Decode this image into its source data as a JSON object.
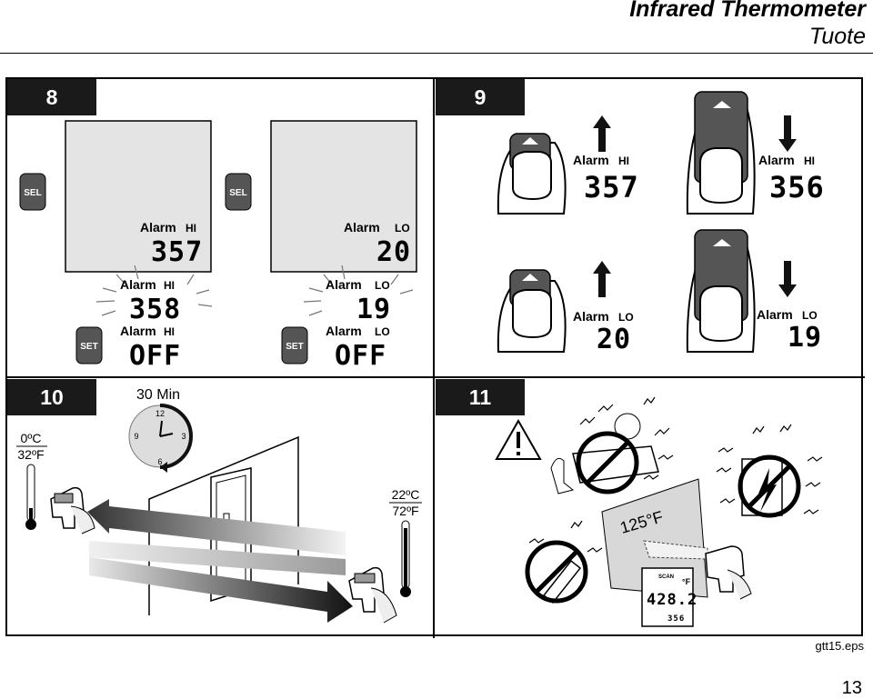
{
  "header": {
    "title": "Infrared Thermometer",
    "subtitle": "Tuote"
  },
  "panels": {
    "p8": {
      "tag": "8",
      "left": {
        "sel": "SEL",
        "set": "SET",
        "alarm": "Alarm",
        "hi": "HI",
        "v1": "357",
        "v2": "358",
        "v3": "OFF"
      },
      "right": {
        "sel": "SEL",
        "set": "SET",
        "alarm": "Alarm",
        "lo": "LO",
        "v1": "20",
        "v2": "19",
        "v3": "OFF"
      }
    },
    "p9": {
      "tag": "9",
      "alarm": "Alarm",
      "hi": "HI",
      "lo": "LO",
      "hi_up": "357",
      "hi_down": "356",
      "lo_up": "20",
      "lo_down": "19"
    },
    "p10": {
      "tag": "10",
      "minutes": "30 Min",
      "clock_12": "12",
      "clock_3": "3",
      "clock_6": "6",
      "clock_9": "9",
      "cold_c": "0ºC",
      "cold_f": "32ºF",
      "warm_c": "22ºC",
      "warm_f": "72ºF"
    },
    "p11": {
      "tag": "11",
      "temp": "125°F",
      "display_reading": "428.2",
      "display_unit": "°F",
      "display_scan": "SCAN",
      "display_small": "356"
    }
  },
  "caption": "gtt15.eps",
  "page_number": "13"
}
